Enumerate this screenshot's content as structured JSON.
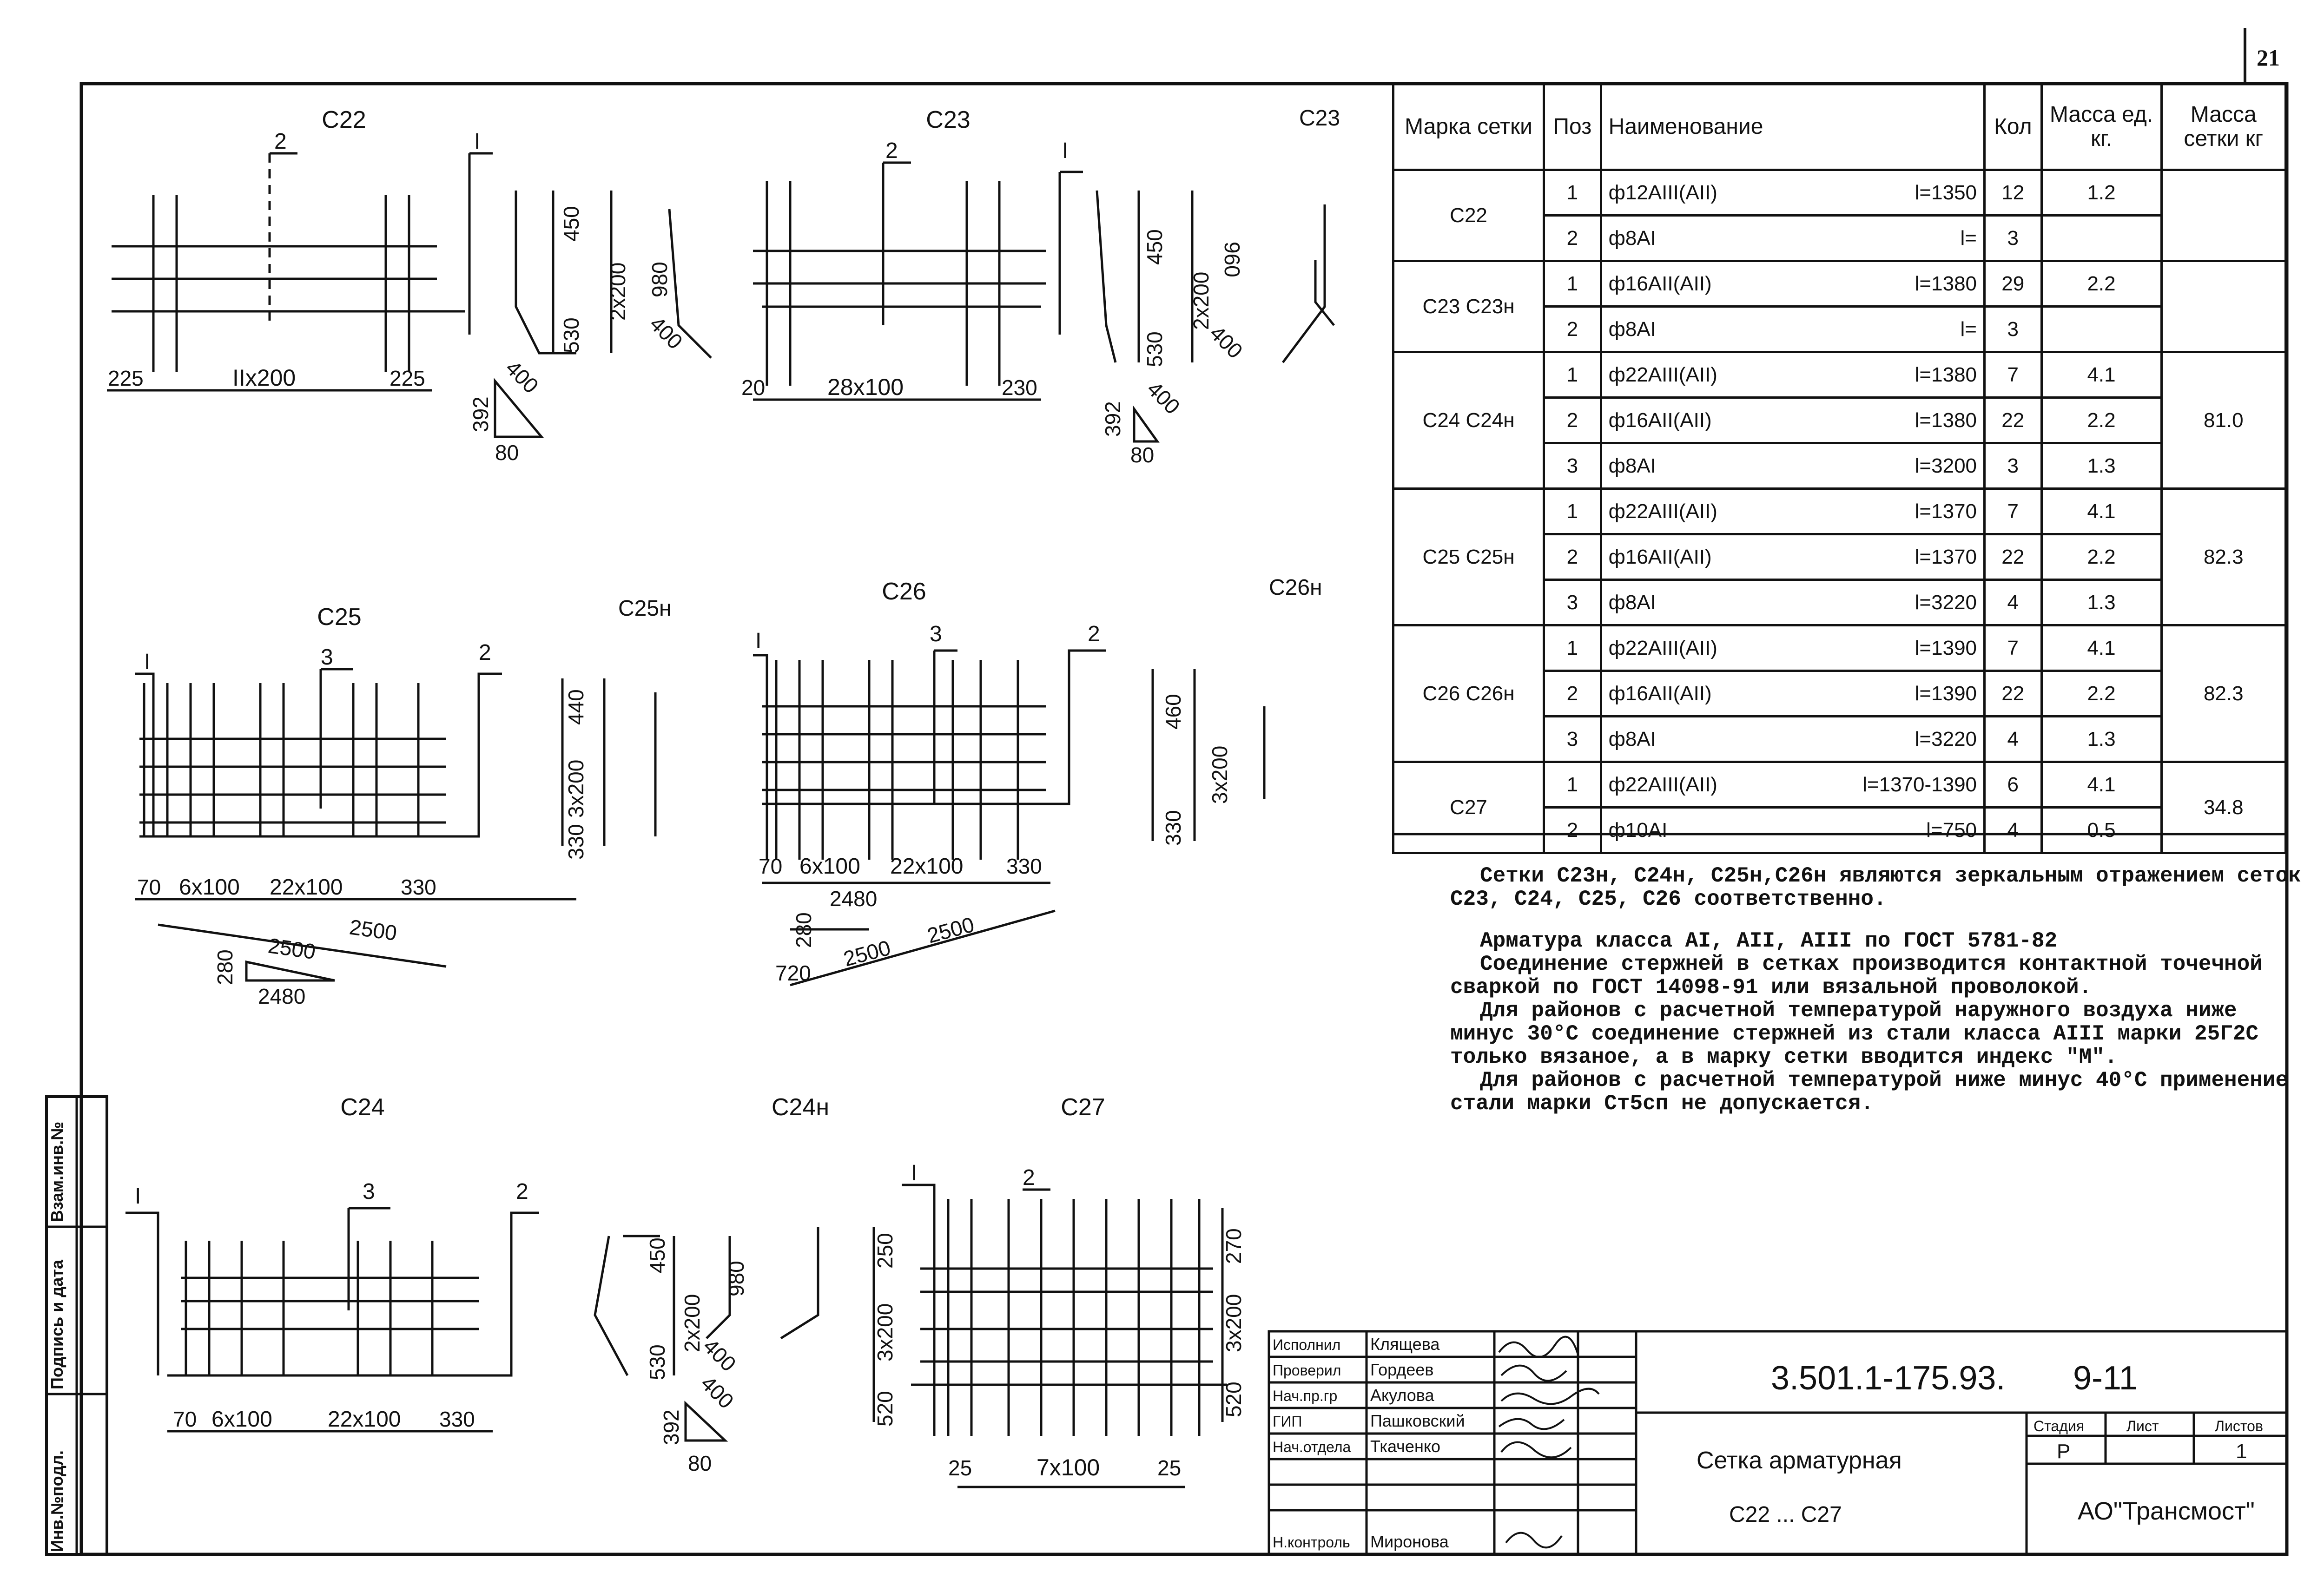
{
  "sheet_number": "21",
  "side_stamp": {
    "inv_podl": "Инв.№подл.",
    "podpis": "Подпись и дата",
    "vzam": "Взам.инв.№"
  },
  "drawings": [
    {
      "id": "c22",
      "title": "С22",
      "marks": [
        "2",
        "I"
      ],
      "dims": [
        "225",
        "IIx200",
        "225",
        "450",
        "2x200",
        "530",
        "980",
        "400",
        "392",
        "400",
        "80"
      ]
    },
    {
      "id": "c23",
      "title": "С23",
      "marks": [
        "2",
        "I"
      ],
      "dims": [
        "20",
        "28x100",
        "230",
        "450",
        "2x200",
        "530",
        "960",
        "400",
        "392",
        "400",
        "80"
      ]
    },
    {
      "id": "c23n",
      "title": "С23"
    },
    {
      "id": "c25",
      "title": "С25",
      "marks": [
        "I",
        "3",
        "2"
      ],
      "dims": [
        "70",
        "6x100",
        "22x100",
        "330",
        "2500",
        "280",
        "2500",
        "2480"
      ]
    },
    {
      "id": "c25n",
      "title": "С25н",
      "dims": [
        "440",
        "3x200",
        "330"
      ]
    },
    {
      "id": "c26",
      "title": "С26",
      "marks": [
        "I",
        "3",
        "2"
      ],
      "dims": [
        "70",
        "6x100",
        "22x100",
        "330",
        "280",
        "2480",
        "720",
        "2500",
        "2500"
      ]
    },
    {
      "id": "c26n",
      "title": "С26н",
      "dims": [
        "460",
        "3x200",
        "330"
      ]
    },
    {
      "id": "c24",
      "title": "С24",
      "marks": [
        "I",
        "3",
        "2"
      ],
      "dims": [
        "70",
        "6x100",
        "22x100",
        "330"
      ]
    },
    {
      "id": "c24n",
      "title": "С24н",
      "dims": [
        "450",
        "2x200",
        "530",
        "980",
        "400",
        "392",
        "400",
        "80"
      ]
    },
    {
      "id": "c27",
      "title": "С27",
      "marks": [
        "I",
        "2"
      ],
      "dims": [
        "250",
        "3x200",
        "520",
        "270",
        "3x200",
        "520",
        "25",
        "7x100",
        "25"
      ]
    }
  ],
  "spec_table": {
    "headers": {
      "mark": "Марка сетки",
      "pos": "Поз",
      "name": "Наименование",
      "qty": "Кол",
      "mass_unit": "Масса ед. кг.",
      "mass_total": "Масса сетки кг"
    },
    "groups": [
      {
        "mark": "С22",
        "total": "",
        "rows": [
          {
            "pos": "1",
            "name": "ф12АIII(АII)",
            "len": "l=1350",
            "qty": "12",
            "mass": "1.2"
          },
          {
            "pos": "2",
            "name": "ф8АI",
            "len": "l=",
            "qty": "3",
            "mass": ""
          }
        ]
      },
      {
        "mark": "С23 С23н",
        "total": "",
        "rows": [
          {
            "pos": "1",
            "name": "ф16АII(АII)",
            "len": "l=1380",
            "qty": "29",
            "mass": "2.2"
          },
          {
            "pos": "2",
            "name": "ф8АI",
            "len": "l=",
            "qty": "3",
            "mass": ""
          }
        ]
      },
      {
        "mark": "С24 С24н",
        "total": "81.0",
        "rows": [
          {
            "pos": "1",
            "name": "ф22АIII(АII)",
            "len": "l=1380",
            "qty": "7",
            "mass": "4.1"
          },
          {
            "pos": "2",
            "name": "ф16АII(АII)",
            "len": "l=1380",
            "qty": "22",
            "mass": "2.2"
          },
          {
            "pos": "3",
            "name": "ф8АI",
            "len": "l=3200",
            "qty": "3",
            "mass": "1.3"
          }
        ]
      },
      {
        "mark": "С25 С25н",
        "total": "82.3",
        "rows": [
          {
            "pos": "1",
            "name": "ф22АIII(АII)",
            "len": "l=1370",
            "qty": "7",
            "mass": "4.1"
          },
          {
            "pos": "2",
            "name": "ф16АII(АII)",
            "len": "l=1370",
            "qty": "22",
            "mass": "2.2"
          },
          {
            "pos": "3",
            "name": "ф8АI",
            "len": "l=3220",
            "qty": "4",
            "mass": "1.3"
          }
        ]
      },
      {
        "mark": "С26 С26н",
        "total": "82.3",
        "rows": [
          {
            "pos": "1",
            "name": "ф22АIII(АII)",
            "len": "l=1390",
            "qty": "7",
            "mass": "4.1"
          },
          {
            "pos": "2",
            "name": "ф16АII(АII)",
            "len": "l=1390",
            "qty": "22",
            "mass": "2.2"
          },
          {
            "pos": "3",
            "name": "ф8АI",
            "len": "l=3220",
            "qty": "4",
            "mass": "1.3"
          }
        ]
      },
      {
        "mark": "С27",
        "total": "34.8",
        "rows": [
          {
            "pos": "1",
            "name": "ф22АIII(АII)",
            "len": "l=1370-1390",
            "qty": "6",
            "mass": "4.1"
          },
          {
            "pos": "2",
            "name": "ф10АI",
            "len": "l=750",
            "qty": "4",
            "mass": "0.5"
          }
        ]
      }
    ]
  },
  "notes": [
    "Сетки С23н, С24н, С25н,С26н являются зеркальным отражением сеток С23, С24, С25, С26 соответственно.",
    "Арматура класса АI, АII, АIII по ГОСТ 5781-82",
    "Соединение стержней в сетках производится контактной точечной сваркой по ГОСТ 14098-91 или вязальной проволокой.",
    "Для районов с расчетной температурой наружного воздуха ниже минус 30°С соединение стержней из стали класса АIII марки 25Г2С только вязаное, а в марку сетки вводится индекс \"М\".",
    "Для районов с расчетной температурой ниже минус 40°С применение стали марки Ст5сп не допускается."
  ],
  "title_block": {
    "doc_code": "3.501.1-175.93.",
    "sheet_range": "9-11",
    "roles": [
      {
        "role": "Исполнил",
        "name": "Клящева"
      },
      {
        "role": "Проверил",
        "name": "Гордеев"
      },
      {
        "role": "Нач.пр.гр",
        "name": "Акулова"
      },
      {
        "role": "ГИП",
        "name": "Пашковский"
      },
      {
        "role": "Нач.отдела",
        "name": "Ткаченко"
      },
      {
        "role": "Н.контроль",
        "name": "Миронова"
      }
    ],
    "title_line1": "Сетка арматурная",
    "title_line2": "С22 ... С27",
    "stage_label": "Стадия",
    "sheet_label": "Лист",
    "sheets_label": "Листов",
    "stage": "Р",
    "sheet": "",
    "sheets": "1",
    "org": "АО\"Трансмост\""
  }
}
